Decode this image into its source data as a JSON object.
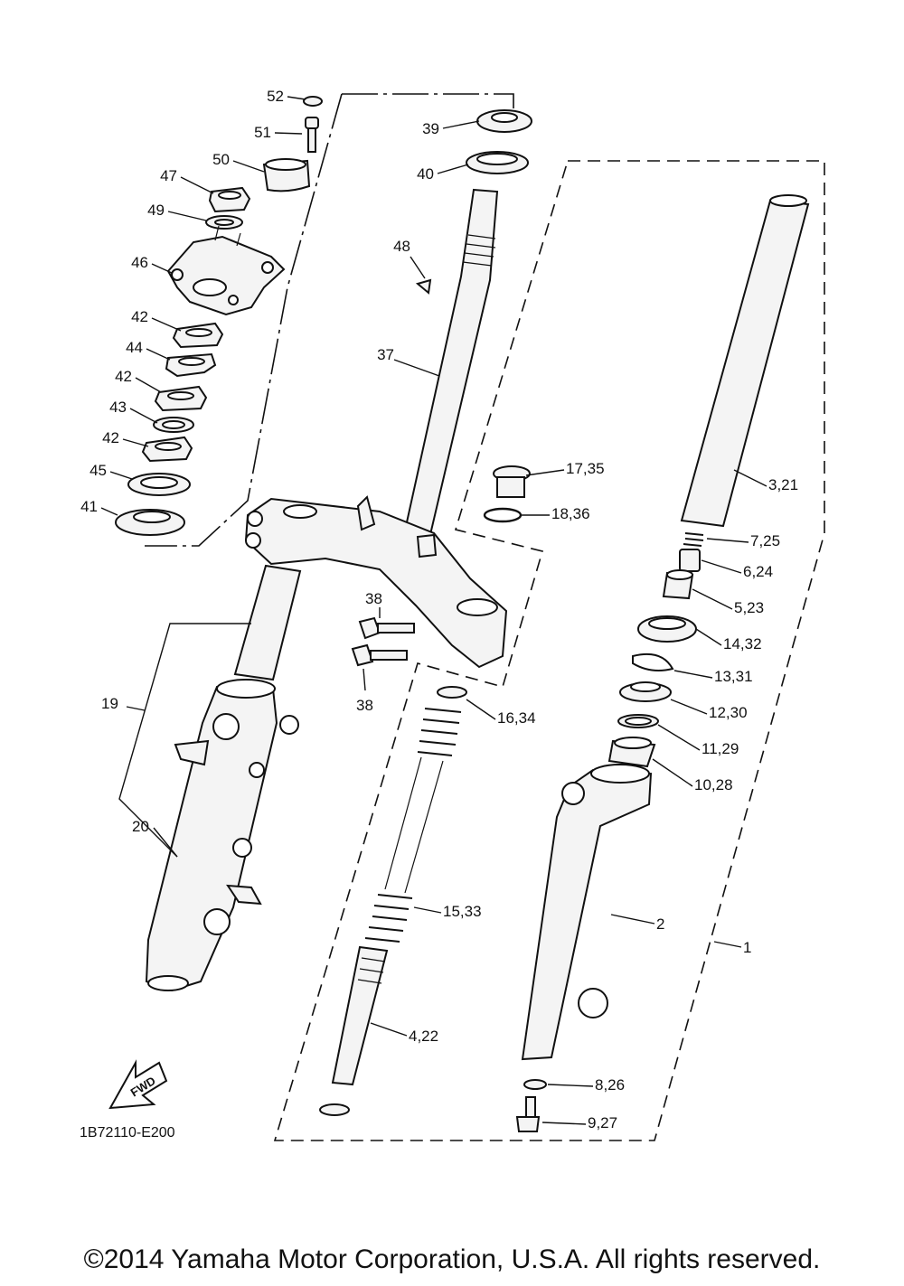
{
  "drawing_number": "1B72110-E200",
  "direction_arrow": "FWD",
  "copyright": "©2014 Yamaha Motor Corporation, U.S.A. All rights reserved.",
  "callouts": [
    {
      "id": "52",
      "text": "52"
    },
    {
      "id": "51",
      "text": "51"
    },
    {
      "id": "50",
      "text": "50"
    },
    {
      "id": "47",
      "text": "47"
    },
    {
      "id": "49",
      "text": "49"
    },
    {
      "id": "46",
      "text": "46"
    },
    {
      "id": "42a",
      "text": "42"
    },
    {
      "id": "44",
      "text": "44"
    },
    {
      "id": "42b",
      "text": "42"
    },
    {
      "id": "43",
      "text": "43"
    },
    {
      "id": "42c",
      "text": "42"
    },
    {
      "id": "45",
      "text": "45"
    },
    {
      "id": "41",
      "text": "41"
    },
    {
      "id": "39",
      "text": "39"
    },
    {
      "id": "40",
      "text": "40"
    },
    {
      "id": "48",
      "text": "48"
    },
    {
      "id": "37",
      "text": "37"
    },
    {
      "id": "17_35",
      "text": "17,35"
    },
    {
      "id": "18_36",
      "text": "18,36"
    },
    {
      "id": "3_21",
      "text": "3,21"
    },
    {
      "id": "7_25",
      "text": "7,25"
    },
    {
      "id": "6_24",
      "text": "6,24"
    },
    {
      "id": "5_23",
      "text": "5,23"
    },
    {
      "id": "14_32",
      "text": "14,32"
    },
    {
      "id": "13_31",
      "text": "13,31"
    },
    {
      "id": "12_30",
      "text": "12,30"
    },
    {
      "id": "11_29",
      "text": "11,29"
    },
    {
      "id": "10_28",
      "text": "10,28"
    },
    {
      "id": "38a",
      "text": "38"
    },
    {
      "id": "38b",
      "text": "38"
    },
    {
      "id": "16_34",
      "text": "16,34"
    },
    {
      "id": "19",
      "text": "19"
    },
    {
      "id": "20",
      "text": "20"
    },
    {
      "id": "15_33",
      "text": "15,33"
    },
    {
      "id": "2",
      "text": "2"
    },
    {
      "id": "1",
      "text": "1"
    },
    {
      "id": "4_22",
      "text": "4,22"
    },
    {
      "id": "8_26",
      "text": "8,26"
    },
    {
      "id": "9_27",
      "text": "9,27"
    }
  ]
}
